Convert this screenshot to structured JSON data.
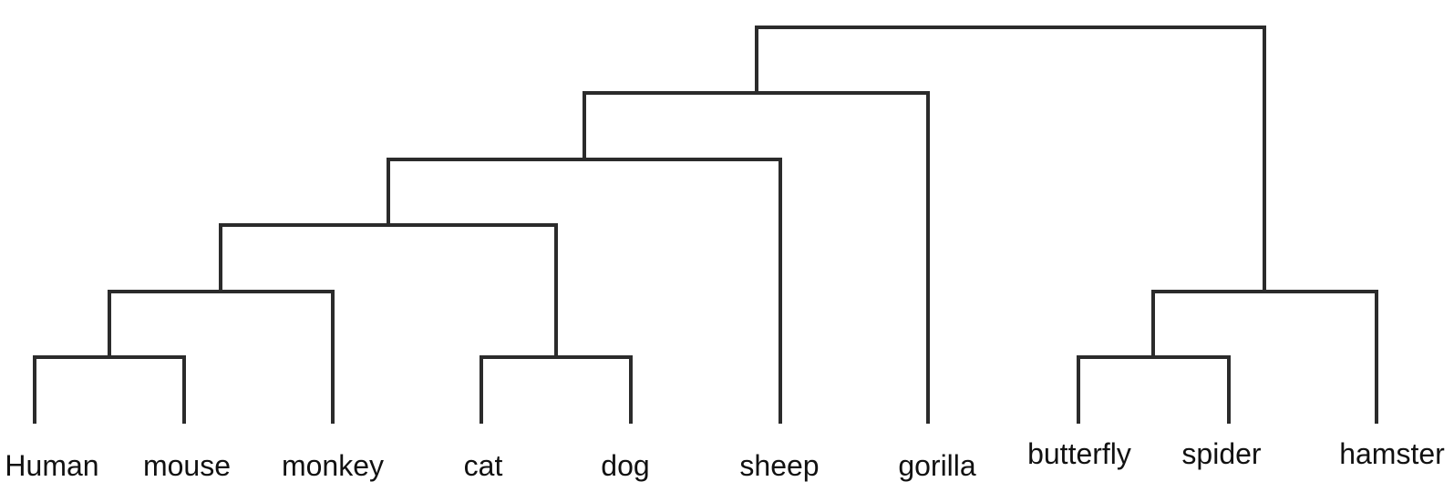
{
  "dendrogram": {
    "leaves": [
      {
        "id": "human",
        "label": "Human"
      },
      {
        "id": "mouse",
        "label": "mouse"
      },
      {
        "id": "monkey",
        "label": "monkey"
      },
      {
        "id": "cat",
        "label": "cat"
      },
      {
        "id": "dog",
        "label": "dog"
      },
      {
        "id": "sheep",
        "label": "sheep"
      },
      {
        "id": "gorilla",
        "label": "gorilla"
      },
      {
        "id": "butterfly",
        "label": "butterfly"
      },
      {
        "id": "spider",
        "label": "spider"
      },
      {
        "id": "hamster",
        "label": "hamster"
      }
    ],
    "merges": [
      {
        "children": [
          "Human",
          "mouse"
        ],
        "level": 1
      },
      {
        "children": [
          "cat",
          "dog"
        ],
        "level": 1
      },
      {
        "children": [
          "butterfly",
          "spider"
        ],
        "level": 1
      },
      {
        "children": [
          "Human+mouse",
          "monkey"
        ],
        "level": 2
      },
      {
        "children": [
          "butterfly+spider",
          "hamster"
        ],
        "level": 2
      },
      {
        "children": [
          "Human+mouse+monkey",
          "cat+dog"
        ],
        "level": 3
      },
      {
        "children": [
          "Human+mouse+monkey+cat+dog",
          "sheep"
        ],
        "level": 4
      },
      {
        "children": [
          "Human+mouse+monkey+cat+dog+sheep",
          "gorilla"
        ],
        "level": 5
      },
      {
        "children": [
          "Human+mouse+monkey+cat+dog+sheep+gorilla",
          "butterfly+spider+hamster"
        ],
        "level": 6
      }
    ]
  }
}
